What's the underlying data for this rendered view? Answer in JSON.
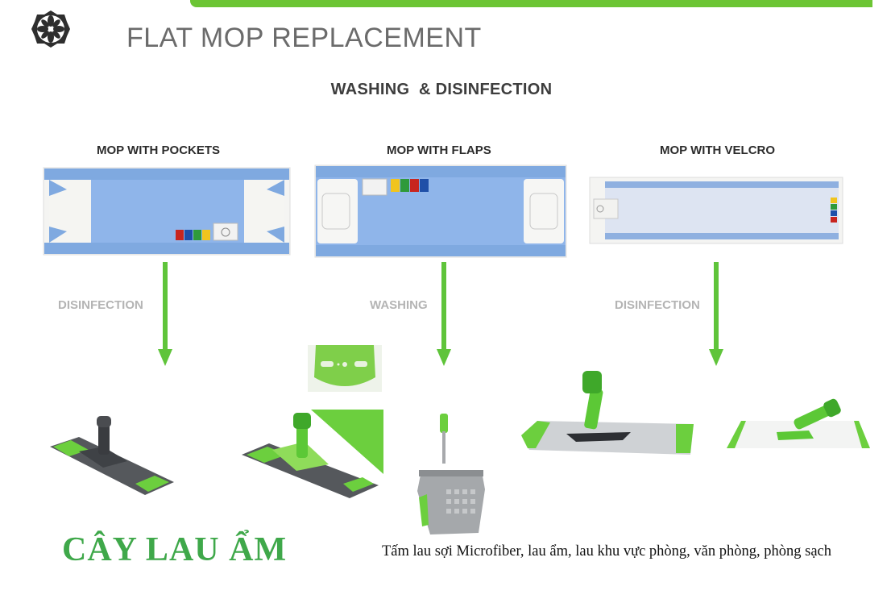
{
  "header": {
    "title": "FLAT MOP REPLACEMENT",
    "subtitle": "WASHING  & DISINFECTION",
    "accent_color": "#6cc534",
    "logo": "flower-wheel-logo"
  },
  "columns": [
    {
      "heading": "MOP WITH POCKETS",
      "step": "DISINFECTION",
      "pad_image": "blue-pocket-mop-pad",
      "holder_image": "gray-folding-mop-holder"
    },
    {
      "heading": "MOP WITH FLAPS",
      "step": "WASHING",
      "pad_image": "blue-flap-mop-pad",
      "holder_image": "green-plate-flap-holder",
      "extra_image": "wringer-bucket"
    },
    {
      "heading": "MOP WITH VELCRO",
      "step": "DISINFECTION",
      "pad_image": "white-velcro-mop-pad",
      "holder_image": "aluminium-velcro-holder"
    }
  ],
  "color_codes": [
    "#c8251f",
    "#1f4fa8",
    "#2f9a3a",
    "#f0c41e"
  ],
  "footer": {
    "product_title": "CÂY LAU ẨM",
    "description": "Tấm lau sợi Microfiber, lau ẩm, lau khu vực phòng, văn phòng, phòng sạch"
  }
}
